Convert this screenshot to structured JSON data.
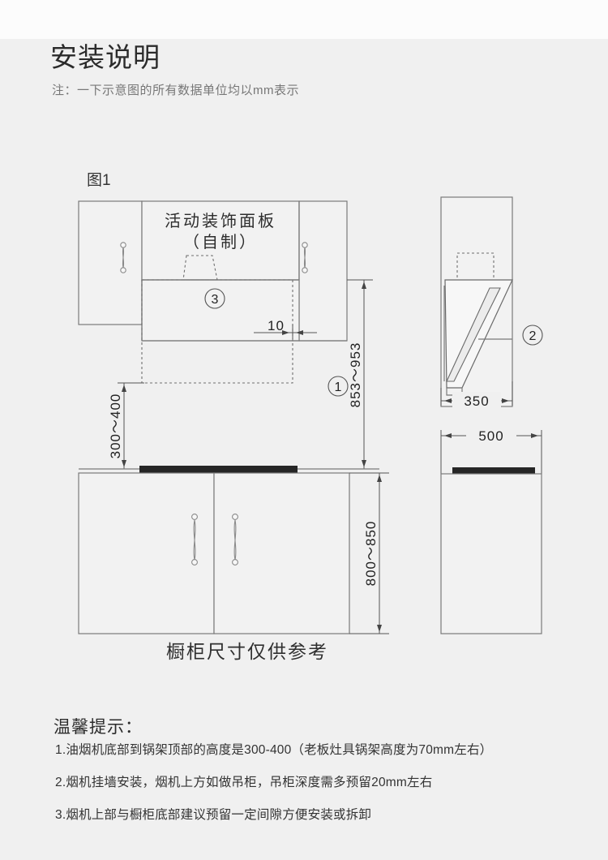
{
  "header": {
    "title": "安装说明",
    "subtitle": "注：一下示意图的所有数据单位均以mm表示"
  },
  "figure": {
    "label": "图1",
    "panel_label_line1": "活动装饰面板",
    "panel_label_line2": "（自制）",
    "caption": "橱柜尺寸仅供参考",
    "markers": {
      "one": "1",
      "two": "2",
      "three": "3"
    },
    "dimensions": {
      "gap_10": "10",
      "hood_clearance": "300～400",
      "upper_height": "853～953",
      "counter_height": "800～850",
      "side_depth": "350",
      "front_width": "500"
    }
  },
  "tips": {
    "heading": "温馨提示：",
    "items": [
      "1.油烟机底部到锅架顶部的高度是300-400（老板灶具锅架高度为70mm左右）",
      "2.烟机挂墙安装，烟机上方如做吊柜，吊柜深度需多预留20mm左右",
      "3.烟机上部与橱柜底部建议预留一定间隙方便安装或拆卸"
    ]
  },
  "colors": {
    "page_background": "#f0f0f0",
    "top_strip": "#fcfcfc",
    "line": "#7a7a7a",
    "hood_bar": "#262626",
    "text": "#333333"
  }
}
